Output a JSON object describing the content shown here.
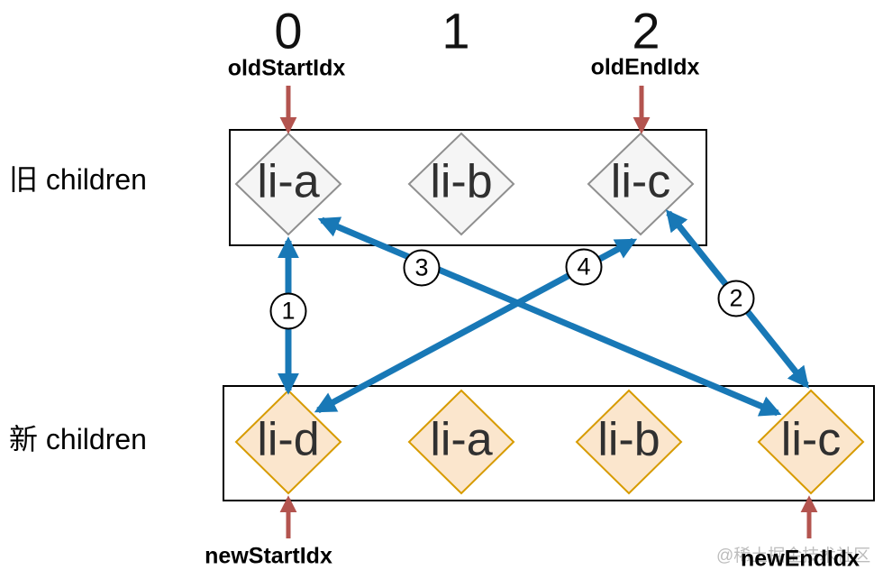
{
  "indices": [
    "0",
    "1",
    "2"
  ],
  "pointers": {
    "old_start": "oldStartIdx",
    "old_end": "oldEndIdx",
    "new_start": "newStartIdx",
    "new_end": "newEndIdx"
  },
  "old_row": {
    "label": "旧 children",
    "items": [
      {
        "label": "li-a"
      },
      {
        "label": "li-b"
      },
      {
        "label": "li-c"
      }
    ]
  },
  "new_row": {
    "label": "新 children",
    "items": [
      {
        "label": "li-d"
      },
      {
        "label": "li-a"
      },
      {
        "label": "li-b"
      },
      {
        "label": "li-c"
      }
    ]
  },
  "steps": [
    {
      "label": "1"
    },
    {
      "label": "2"
    },
    {
      "label": "3"
    },
    {
      "label": "4"
    }
  ],
  "watermark": "@稀土掘金技术社区",
  "colors": {
    "arrow_blue": "#1878b6",
    "arrow_red": "#b3544f",
    "old_diamond_fill": "#f5f5f5",
    "old_diamond_stroke": "#8f8f8f",
    "new_diamond_fill": "#fbe6cd",
    "new_diamond_stroke": "#d79b00"
  }
}
